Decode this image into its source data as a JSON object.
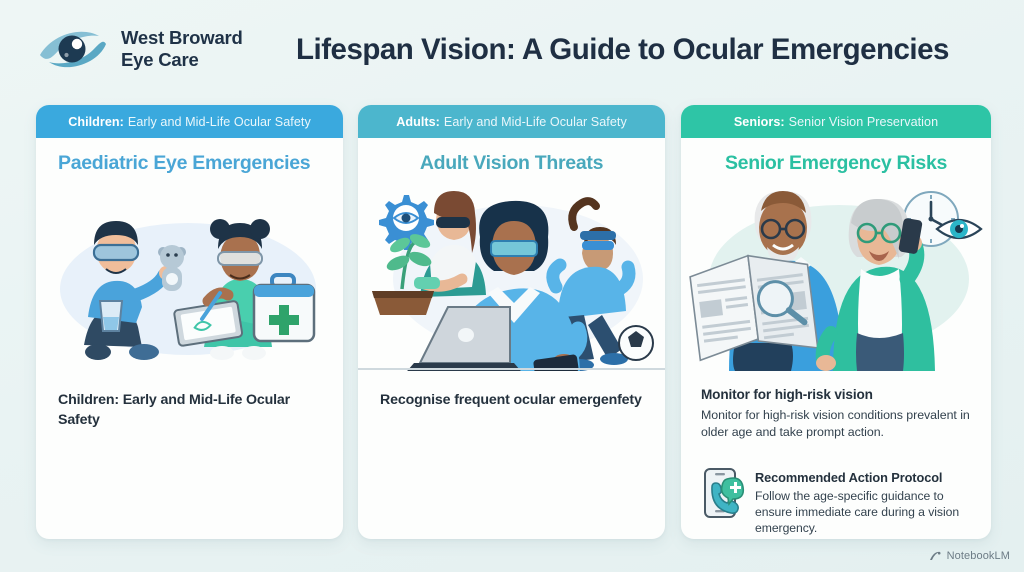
{
  "header": {
    "brand_name": "West Broward\nEye Care",
    "logo_icon": "eye-swoosh-logo",
    "title": "Lifespan Vision: A Guide to Ocular Emergencies"
  },
  "cards": [
    {
      "band_label": "Children:",
      "band_text": "Early and Mid-Life Ocular Safety",
      "band_color": "#3aa9de",
      "title": "Paediatric Eye Emergencies",
      "title_color": "#4aa6d6",
      "illustration": "children-safety-goggles-first-aid-illustration",
      "lead": "Children: Early and Mid-Life Ocular Safety",
      "body": ""
    },
    {
      "band_label": "Adults:",
      "band_text": "Early and Mid-Life Ocular Safety",
      "band_color": "#4cb6cd",
      "title": "Adult Vision Threats",
      "title_color": "#49a8bc",
      "illustration": "adults-laptop-gardening-sports-illustration",
      "lead": "Recognise frequent ocular emergenfety",
      "body": ""
    },
    {
      "band_label": "Seniors:",
      "band_text": "Senior Vision Preservation",
      "band_color": "#2ec5a6",
      "title": "Senior Emergency Risks",
      "title_color": "#2bc0a2",
      "illustration": "senior-couple-newspaper-phone-clock-eye-illustration",
      "lead": "Monitor for high-risk vision",
      "body": "Monitor for high-risk vision conditions prevalent in older age and take prompt action.",
      "protocol": {
        "icon": "phone-call-medical-icon",
        "title": "Recommended Action Protocol",
        "body": "Follow the age-specific guidance to ensure immediate care during a vision emergency."
      }
    }
  ],
  "watermark": {
    "icon": "notebooklm-icon",
    "label": "NotebookLM"
  },
  "colors": {
    "background": "#e9f3f3",
    "card_surface": "#fdfefd",
    "title_ink": "#1f2f43",
    "body_ink": "#33424e"
  }
}
